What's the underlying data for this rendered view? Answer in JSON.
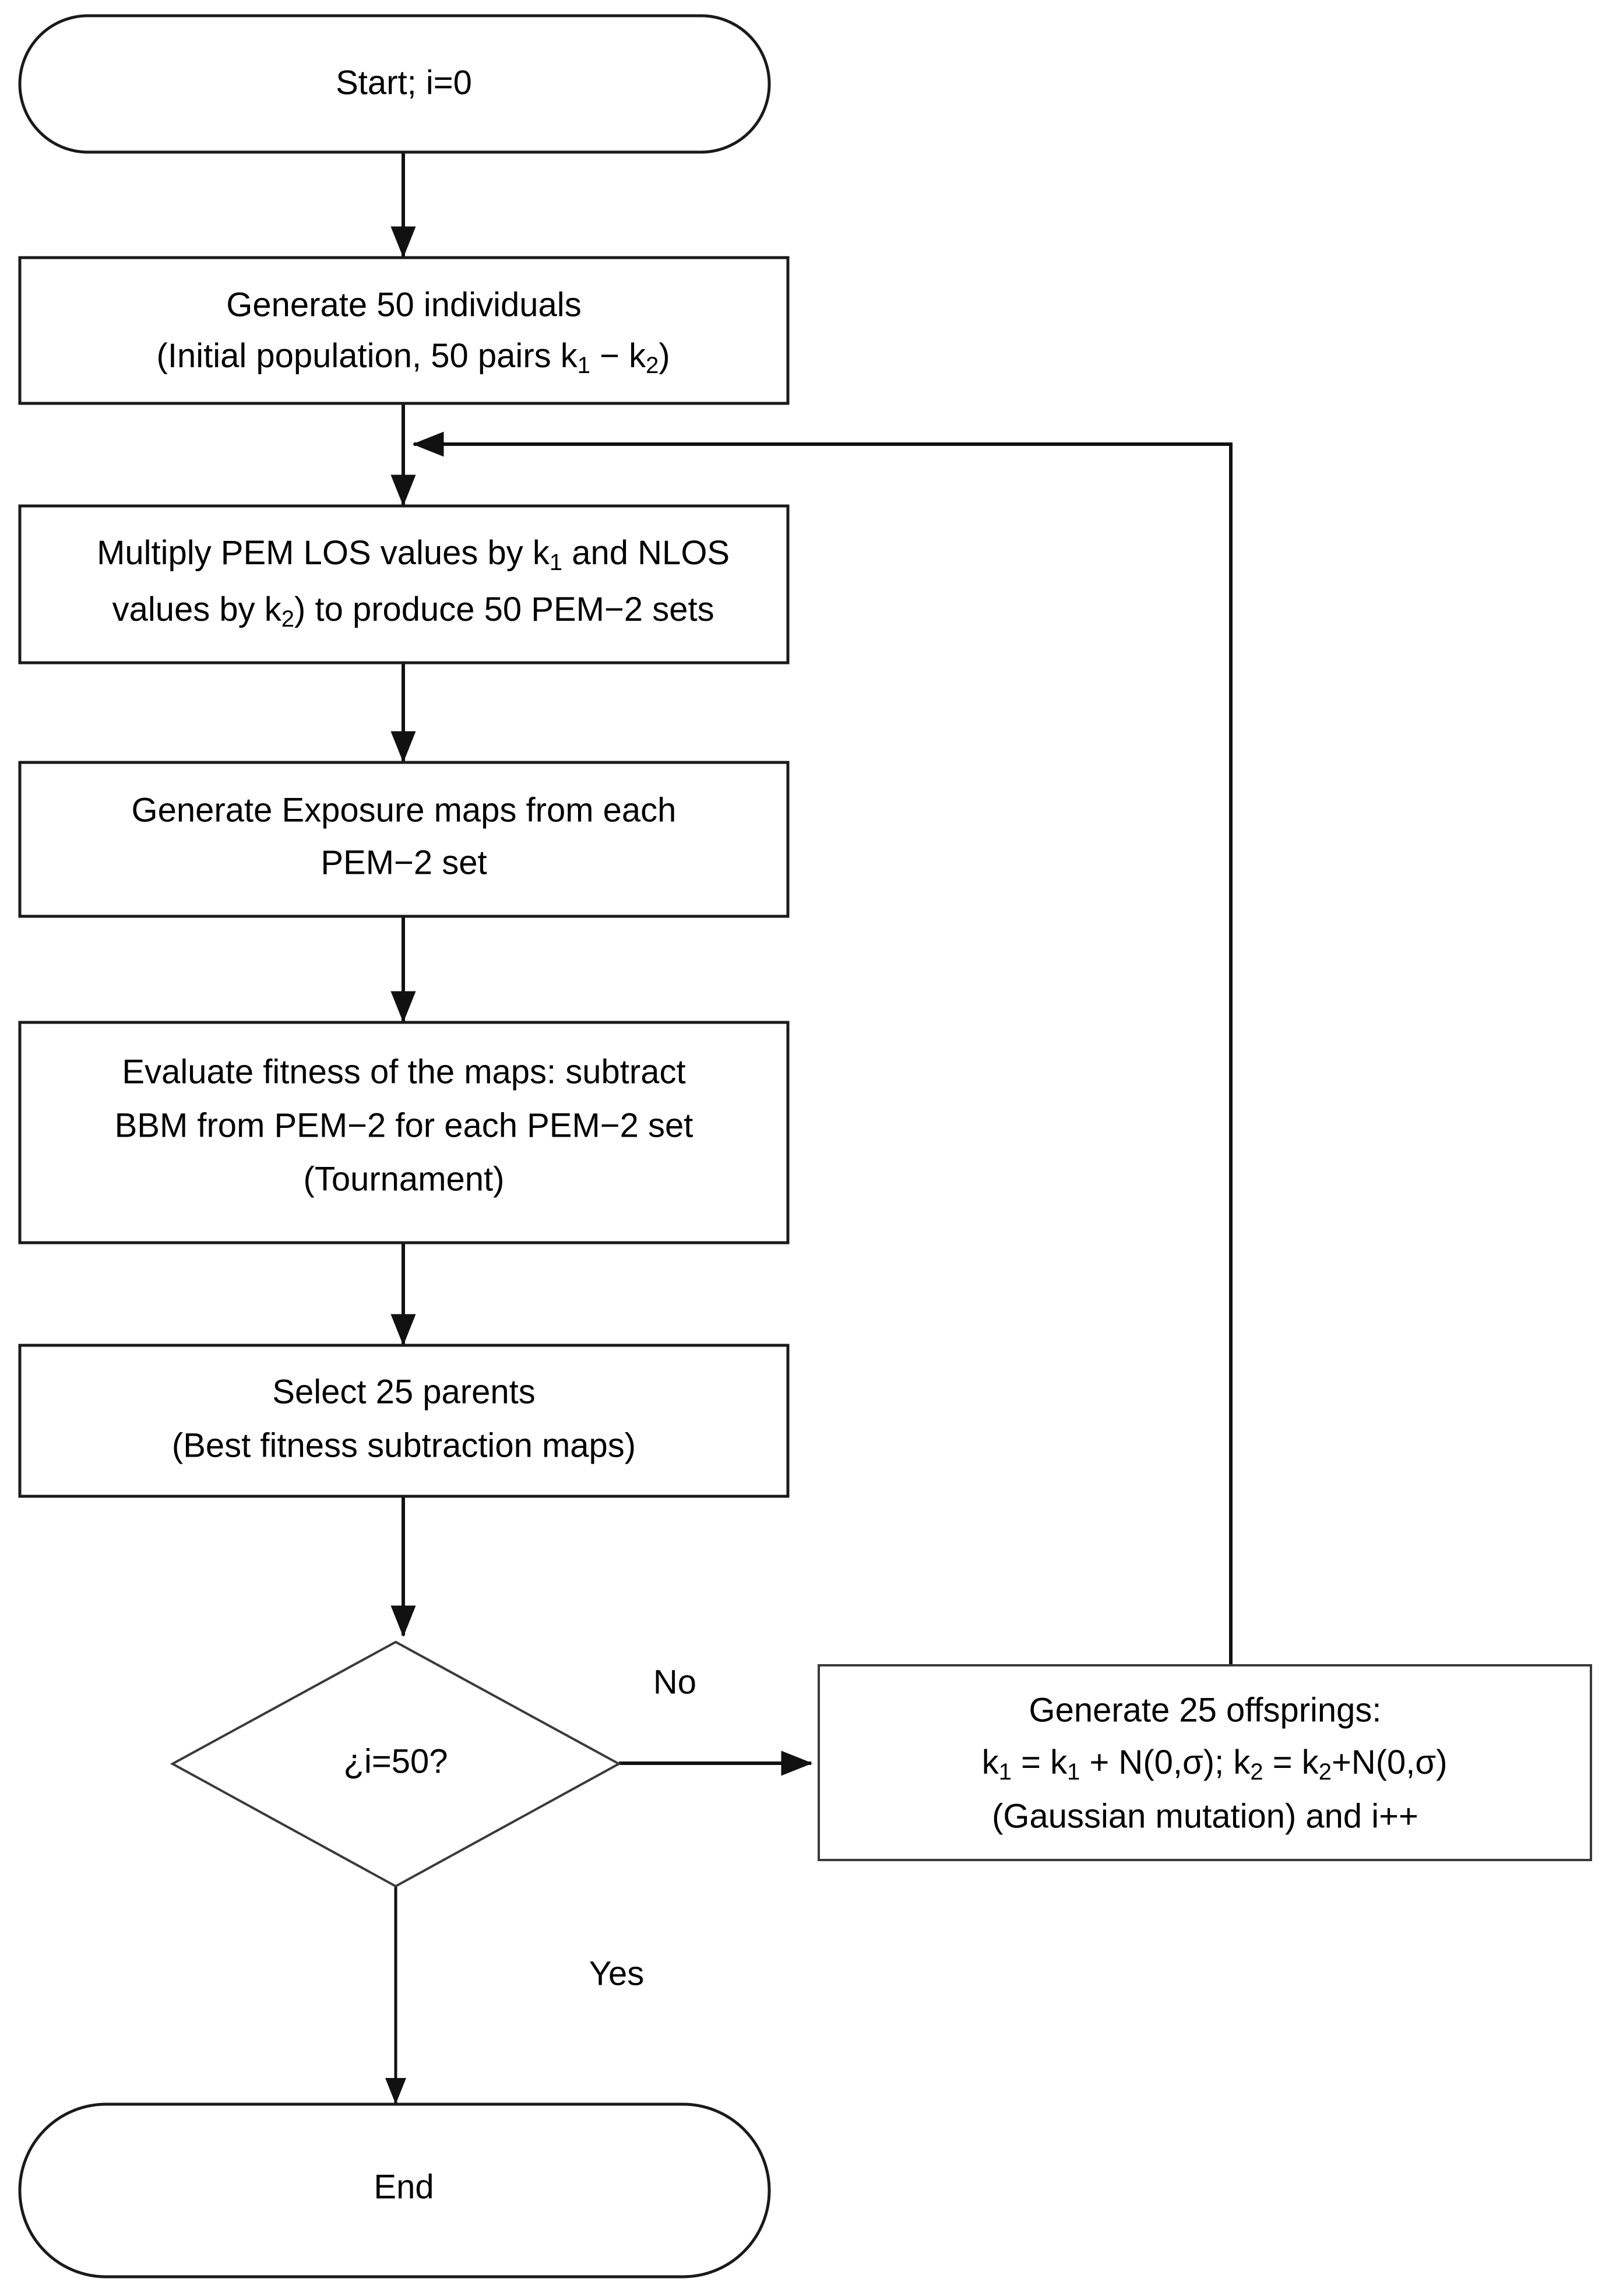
{
  "diagram": {
    "title_visible": false,
    "type": "flowchart",
    "orientation": "top-to-bottom",
    "colors": {
      "background": "#ffffff",
      "stroke": "#1a1a1a",
      "text": "#000000"
    },
    "nodes": [
      {
        "id": "start",
        "shape": "terminator",
        "lines": [
          "Start; i=0"
        ]
      },
      {
        "id": "generate-individuals",
        "shape": "process",
        "lines": [
          "Generate 50 individuals",
          "(Initial population, 50 pairs k₁ − k₂)"
        ],
        "line1": "Generate 50 individuals",
        "line2_pre": "(Initial population, 50 pairs k",
        "line2_sub1": "1",
        "line2_mid": " − k",
        "line2_sub2": "2",
        "line2_post": ")"
      },
      {
        "id": "multiply-pem",
        "shape": "process",
        "lines": [
          "Multiply PEM LOS values by k₁ and NLOS",
          "values by k₂) to produce 50 PEM−2 sets"
        ],
        "line1_pre": "Multiply PEM LOS values by k",
        "line1_sub": "1",
        "line1_post": " and NLOS",
        "line2_pre": "values by k",
        "line2_sub": "2",
        "line2_post": ") to produce 50 PEM−2 sets"
      },
      {
        "id": "generate-exposure-maps",
        "shape": "process",
        "lines": [
          "Generate Exposure maps from each",
          "PEM−2 set"
        ]
      },
      {
        "id": "evaluate-fitness",
        "shape": "process",
        "lines": [
          "Evaluate fitness of the maps: subtract",
          "BBM from PEM−2 for each PEM−2 set",
          "(Tournament)"
        ]
      },
      {
        "id": "select-parents",
        "shape": "process",
        "lines": [
          "Select 25 parents",
          "(Best fitness subtraction maps)"
        ]
      },
      {
        "id": "decision-i-equals-50",
        "shape": "decision",
        "lines": [
          "¿i=50?"
        ]
      },
      {
        "id": "generate-offsprings",
        "shape": "process",
        "lines": [
          "Generate 25 offsprings:",
          "k₁ = k₁ + N(0,σ); k₂ = k₂+N(0,σ)",
          "(Gaussian mutation) and i++"
        ],
        "line1": "Generate 25 offsprings:",
        "line2_a": "k",
        "line2_sub_a": "1",
        "line2_b": " = k",
        "line2_sub_b": "1",
        "line2_c": " + N(0,σ); k",
        "line2_sub_c": "2",
        "line2_d": " = k",
        "line2_sub_d": "2",
        "line2_e": "+N(0,σ)",
        "line3": "(Gaussian mutation) and i++"
      },
      {
        "id": "end",
        "shape": "terminator",
        "lines": [
          "End"
        ]
      }
    ],
    "edge_labels": {
      "no": "No",
      "yes": "Yes"
    },
    "edges": [
      {
        "from": "start",
        "to": "generate-individuals",
        "label": ""
      },
      {
        "from": "generate-individuals",
        "to": "multiply-pem",
        "label": ""
      },
      {
        "from": "multiply-pem",
        "to": "generate-exposure-maps",
        "label": ""
      },
      {
        "from": "generate-exposure-maps",
        "to": "evaluate-fitness",
        "label": ""
      },
      {
        "from": "evaluate-fitness",
        "to": "select-parents",
        "label": ""
      },
      {
        "from": "select-parents",
        "to": "decision-i-equals-50",
        "label": ""
      },
      {
        "from": "decision-i-equals-50",
        "to": "generate-offsprings",
        "label": "No"
      },
      {
        "from": "decision-i-equals-50",
        "to": "end",
        "label": "Yes"
      },
      {
        "from": "generate-offsprings",
        "to": "multiply-pem",
        "label": ""
      }
    ]
  }
}
